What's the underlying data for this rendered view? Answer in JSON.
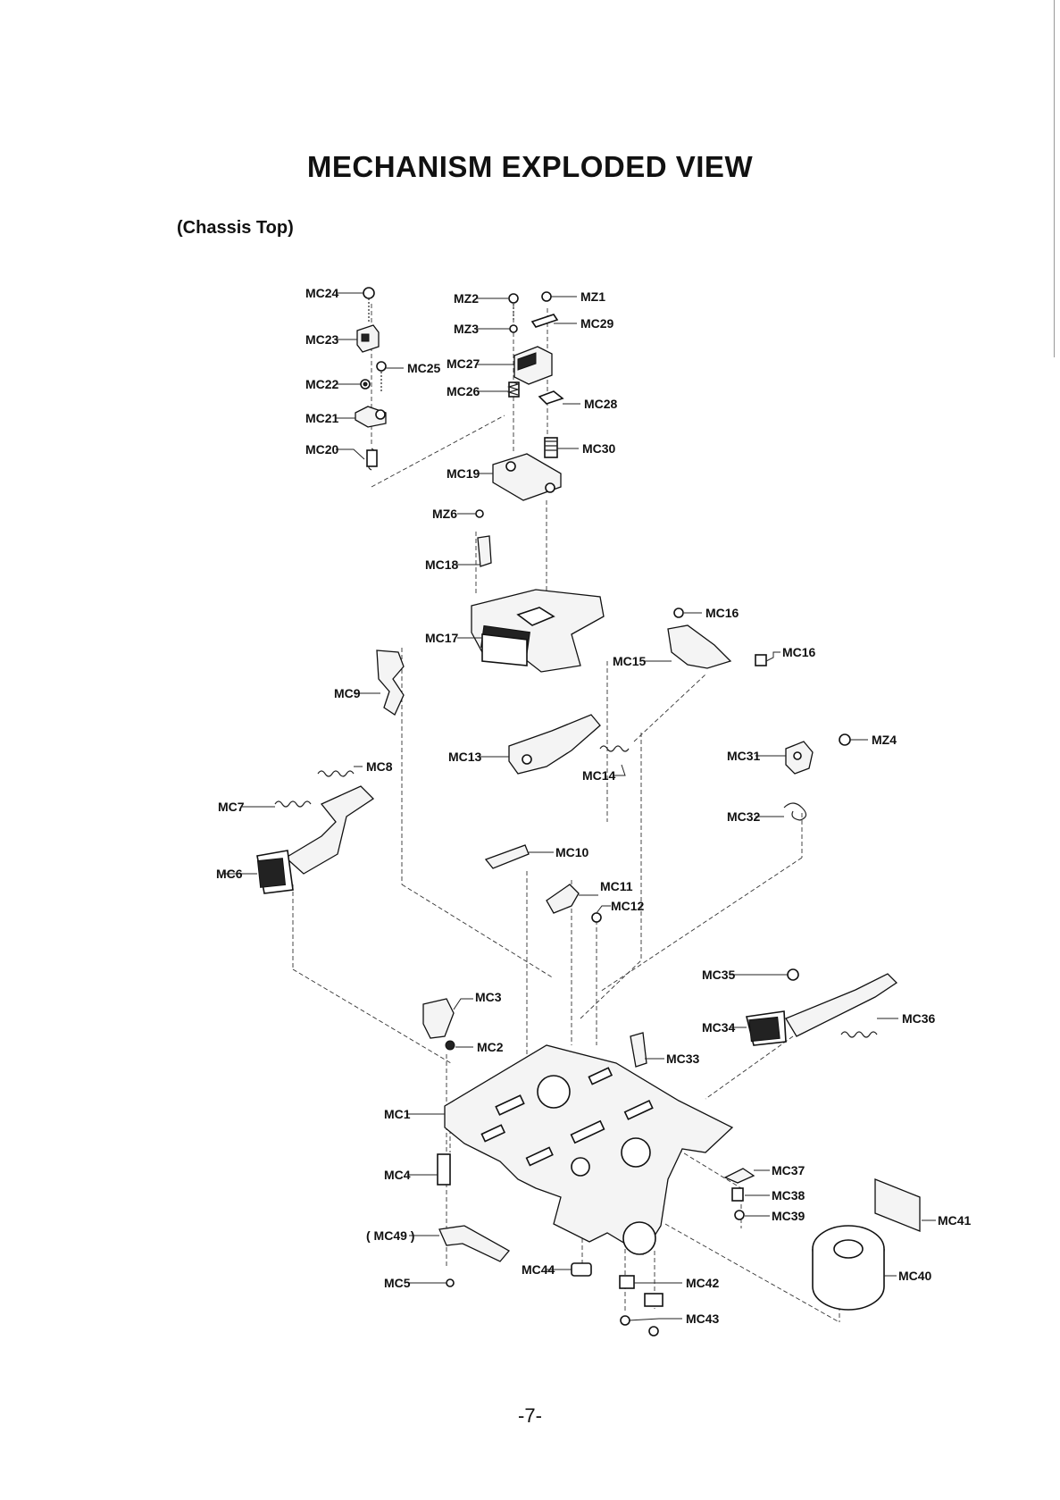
{
  "page": {
    "title": "MECHANISM EXPLODED VIEW",
    "subtitle": "(Chassis Top)",
    "page_number": "-7-"
  },
  "labels": {
    "MC24": "MC24",
    "MZ2": "MZ2",
    "MZ1": "MZ1",
    "MC29": "MC29",
    "MZ3": "MZ3",
    "MC23": "MC23",
    "MC25": "MC25",
    "MC27": "MC27",
    "MC22": "MC22",
    "MC26": "MC26",
    "MC28": "MC28",
    "MC21": "MC21",
    "MC20": "MC20",
    "MC30": "MC30",
    "MC19": "MC19",
    "MZ6": "MZ6",
    "MC18": "MC18",
    "MC16a": "MC16",
    "MC16b": "MC16",
    "MC17": "MC17",
    "MC15": "MC15",
    "MC9": "MC9",
    "MC13": "MC13",
    "MZ4": "MZ4",
    "MC31": "MC31",
    "MC8": "MC8",
    "MC14": "MC14",
    "MC7": "MC7",
    "MC32": "MC32",
    "MC10": "MC10",
    "MC6": "MC6",
    "MC11": "MC11",
    "MC12": "MC12",
    "MC35": "MC35",
    "MC3": "MC3",
    "MC34": "MC34",
    "MC36": "MC36",
    "MC2": "MC2",
    "MC33": "MC33",
    "MC1": "MC1",
    "MC37": "MC37",
    "MC4": "MC4",
    "MC38": "MC38",
    "MC39": "MC39",
    "MC41": "MC41",
    "MC49": "( MC49 )",
    "MC5": "MC5",
    "MC44": "MC44",
    "MC42": "MC42",
    "MC40": "MC40",
    "MC43": "MC43"
  }
}
